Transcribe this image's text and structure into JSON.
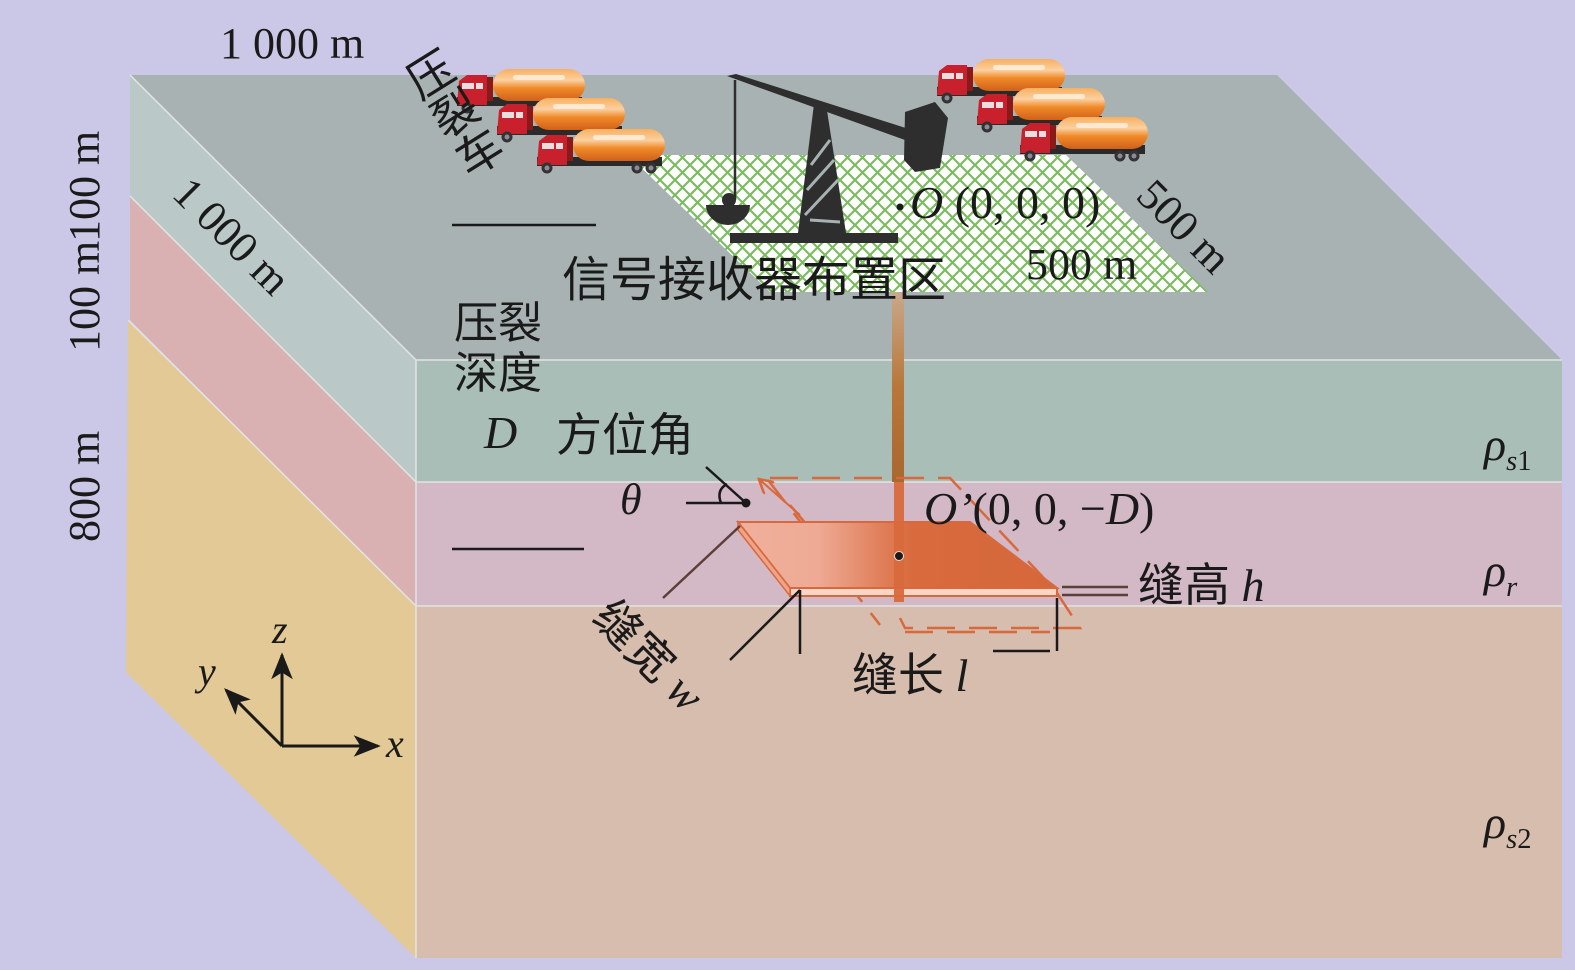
{
  "title": "压裂井场三维地电模型示意图",
  "colors": {
    "background": "#cbc7e6",
    "top_face": "#a8b2b2",
    "left_face_layer1": "#bac8c8",
    "left_face_layer2": "#dab1b3",
    "left_face_layer3": "#e2c995",
    "front_layer1": "#a9beb6",
    "front_layer2": "#d3b8c6",
    "front_layer3": "#d7bdad",
    "receiver_grid": "#6fb358",
    "fracture": "#d8693c",
    "pipe": "#b8773a",
    "truck_cab": "#c8202c",
    "truck_tank": "#f08a28",
    "pump_jack": "#2e2e2e"
  },
  "dimensions": {
    "top_width": "1 000 m",
    "depth_side": "1 000 m",
    "layer1_thickness": "100 m",
    "layer2_thickness": "100 m",
    "layer3_thickness": "800 m",
    "receiver_area_width": "500 m",
    "receiver_area_depth": "500 m"
  },
  "labels": {
    "frac_trucks": "压裂车",
    "receiver_area": "信号接收器布置区",
    "frac_depth_line1": "压裂",
    "frac_depth_line2": "深度",
    "frac_depth_symbol": "D",
    "azimuth": "方位角",
    "azimuth_symbol": "θ",
    "origin_symbol": "O",
    "origin_coords": "(0, 0, 0)",
    "frac_center_symbol": "O’",
    "frac_center_coords": "(0, 0, −",
    "frac_center_coords_D": "D",
    "frac_center_coords_end": ")",
    "frac_height": "缝高",
    "frac_height_symbol": "h",
    "frac_length": "缝长",
    "frac_length_symbol": "l",
    "frac_width": "缝宽",
    "frac_width_symbol": "w"
  },
  "layers": [
    {
      "symbol": "ρ",
      "subscript_letter": "s",
      "subscript_num": "1"
    },
    {
      "symbol": "ρ",
      "subscript_letter": "r",
      "subscript_num": ""
    },
    {
      "symbol": "ρ",
      "subscript_letter": "s",
      "subscript_num": "2"
    }
  ],
  "axes": {
    "x": "x",
    "y": "y",
    "z": "z"
  },
  "icons": [
    "frac-truck-icon",
    "pump-jack-icon"
  ]
}
